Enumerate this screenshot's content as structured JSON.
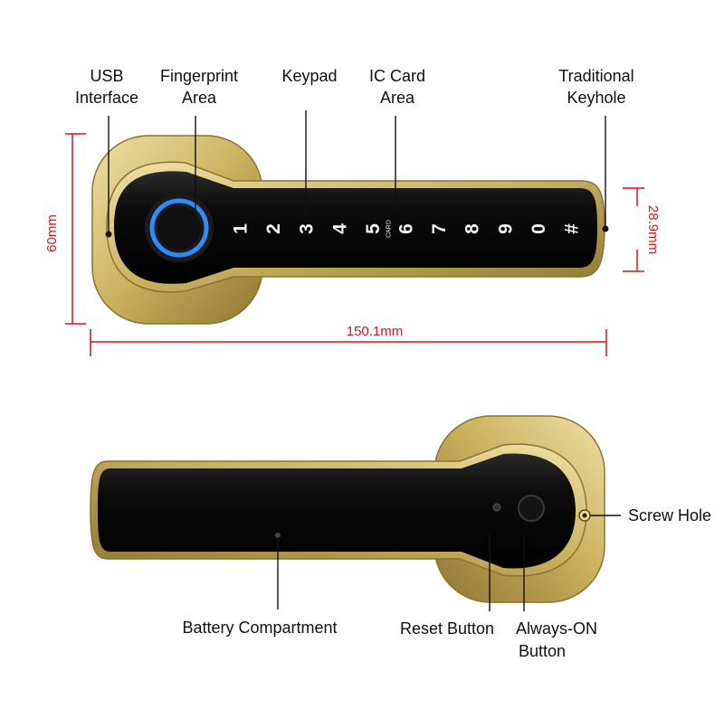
{
  "colors": {
    "gold_light": "#efe2a6",
    "gold": "#c9b15e",
    "gold_dark": "#8d7631",
    "handle_black": "#0b0b0b",
    "dimension_red": "#d9141c",
    "fingerprint_ring": "#2a8cff"
  },
  "labels": {
    "usb_interface": [
      "USB",
      "Interface"
    ],
    "fingerprint_area": [
      "Fingerprint",
      "Area"
    ],
    "keypad": "Keypad",
    "ic_card_area": [
      "IC Card",
      "Area"
    ],
    "traditional_keyhole": [
      "Traditional",
      "Keyhole"
    ],
    "screw_hole": "Screw Hole",
    "battery_compartment": "Battery Compartment",
    "reset_button": "Reset Button",
    "always_on_button": [
      "Always-ON",
      "Button"
    ]
  },
  "dimensions": {
    "height": "60mm",
    "length": "150.1mm",
    "handle_height": "28.9mm"
  },
  "keypad": {
    "keys": [
      "1",
      "2",
      "3",
      "4",
      "5",
      "6",
      "7",
      "8",
      "9",
      "0",
      "#"
    ],
    "card_mark": "CARD"
  }
}
